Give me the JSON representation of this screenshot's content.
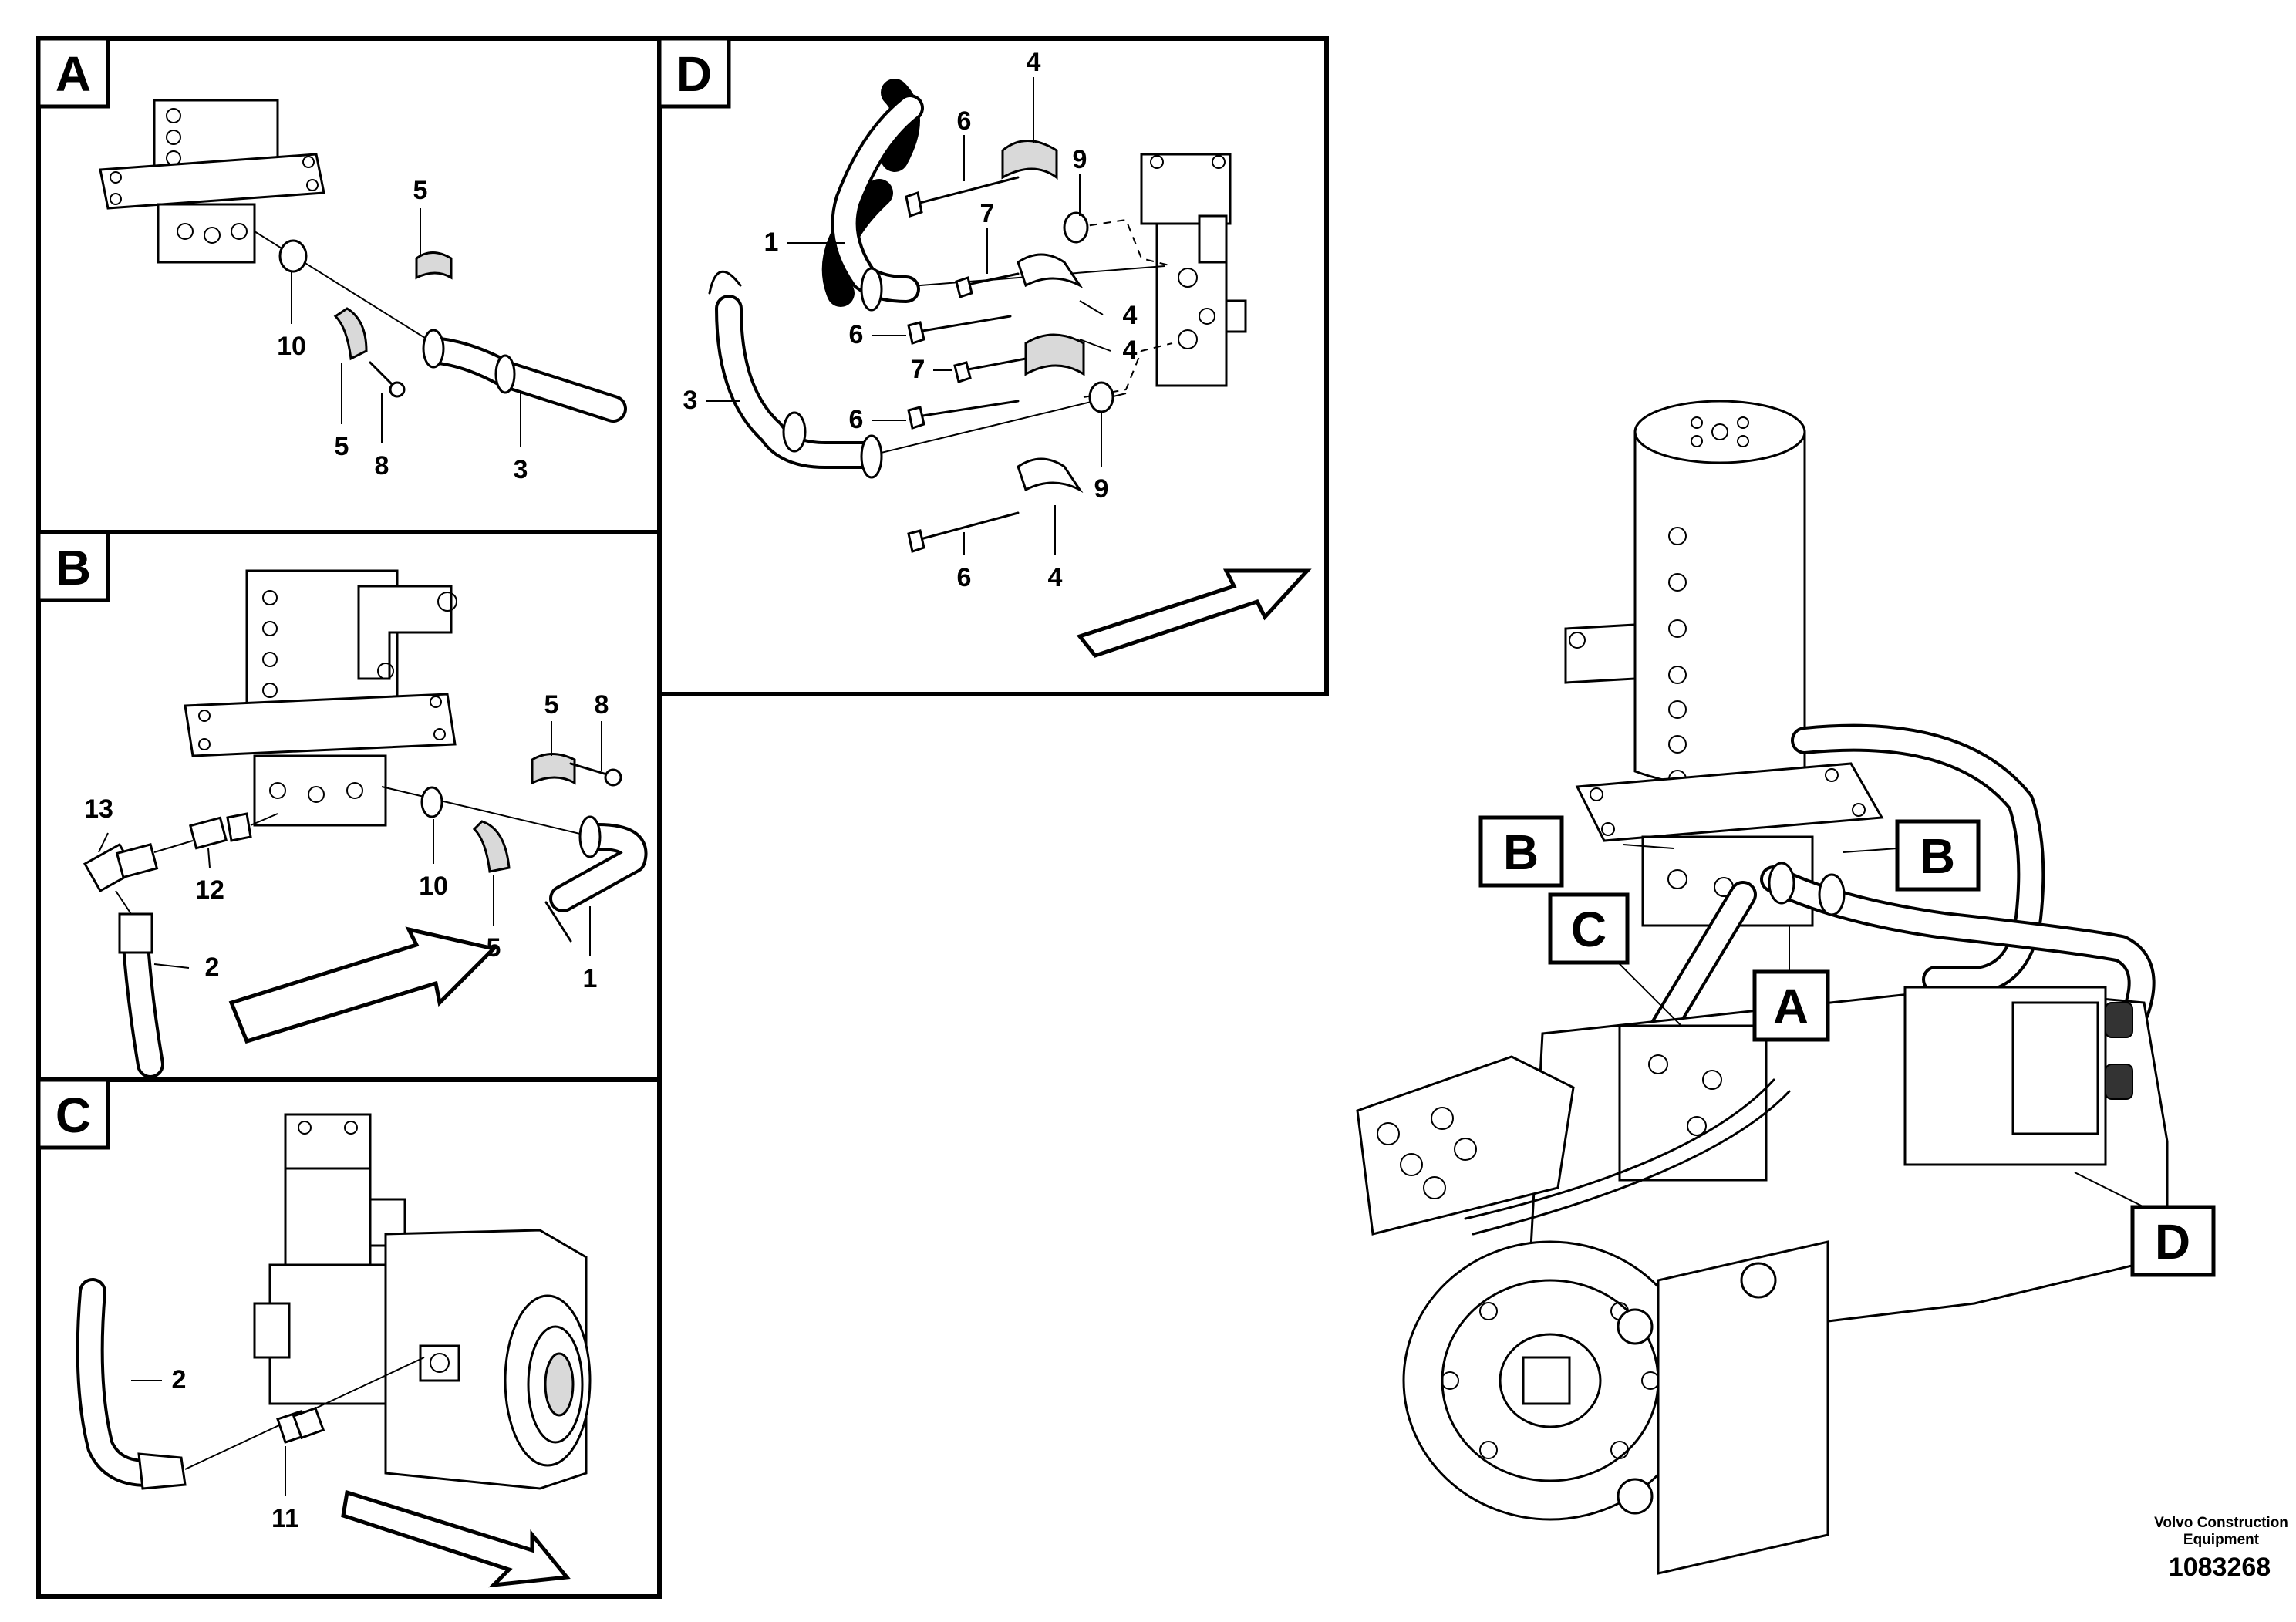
{
  "panels": {
    "a": {
      "label": "A",
      "callouts": [
        "5",
        "10",
        "5",
        "8",
        "3"
      ]
    },
    "b": {
      "label": "B",
      "callouts": [
        "5",
        "8",
        "13",
        "12",
        "10",
        "5",
        "1",
        "2"
      ]
    },
    "c": {
      "label": "C",
      "callouts": [
        "2",
        "11"
      ]
    },
    "d": {
      "label": "D",
      "callouts": [
        "4",
        "6",
        "9",
        "1",
        "7",
        "4",
        "6",
        "4",
        "7",
        "3",
        "6",
        "9",
        "6",
        "4"
      ]
    }
  },
  "overview": {
    "tags": {
      "b_left": "B",
      "b_right": "B",
      "c": "C",
      "a": "A",
      "d": "D"
    }
  },
  "footer": {
    "brand_line1": "Volvo Construction",
    "brand_line2": "Equipment",
    "doc_number": "1083268"
  }
}
